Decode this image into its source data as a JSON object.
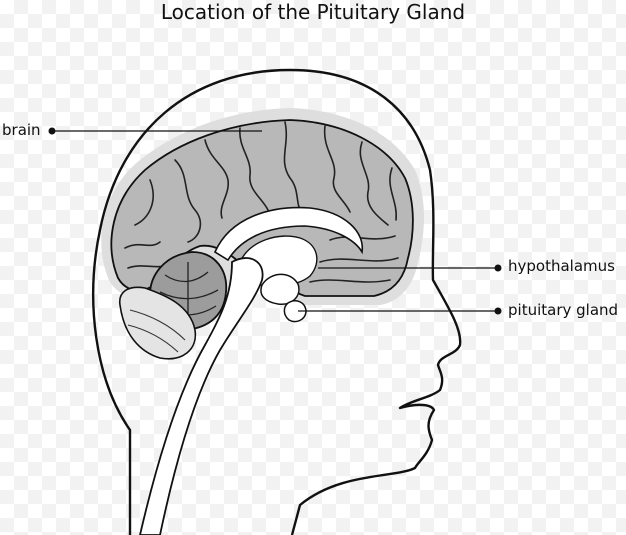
{
  "title": "Location of the Pituitary Gland",
  "labels": {
    "brain": "brain",
    "hypothalamus": "hypothalamus",
    "pituitary": "pituitary gland"
  },
  "colors": {
    "brain_fill": "#b8b8b8",
    "brain_halo": "#dedede",
    "outline": "#111111"
  }
}
